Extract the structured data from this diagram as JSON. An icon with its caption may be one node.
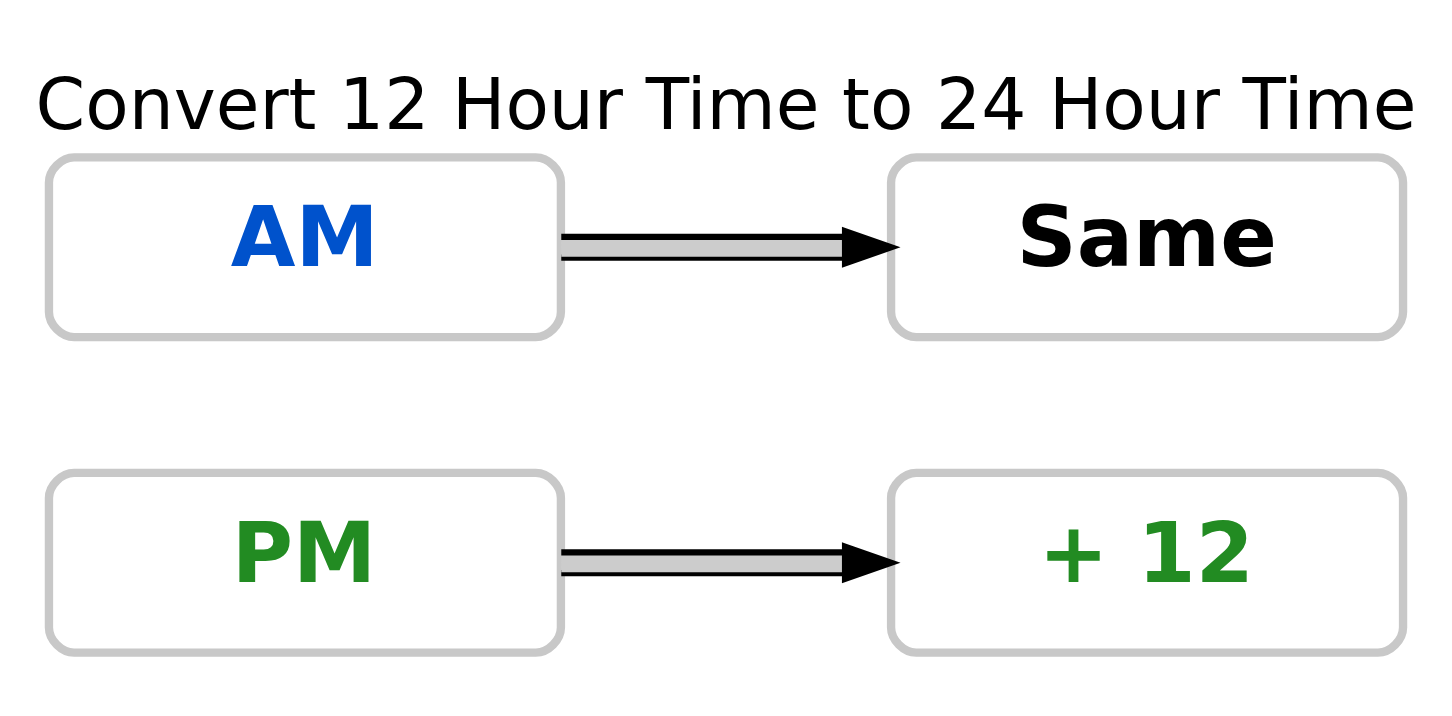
{
  "diagram": {
    "title": "Convert 12 Hour Time to 24 Hour Time",
    "nodes": [
      {
        "text": [
          "AM"
        ]
      },
      {
        "text": [
          "Same"
        ]
      },
      {
        "text": [
          "PM"
        ]
      },
      {
        "text": [
          "+ 12"
        ]
      }
    ],
    "edges": [
      {
        "from": 0,
        "to": 1,
        "arrow": "to"
      },
      {
        "from": 2,
        "to": 3,
        "arrow": "to"
      }
    ]
  }
}
